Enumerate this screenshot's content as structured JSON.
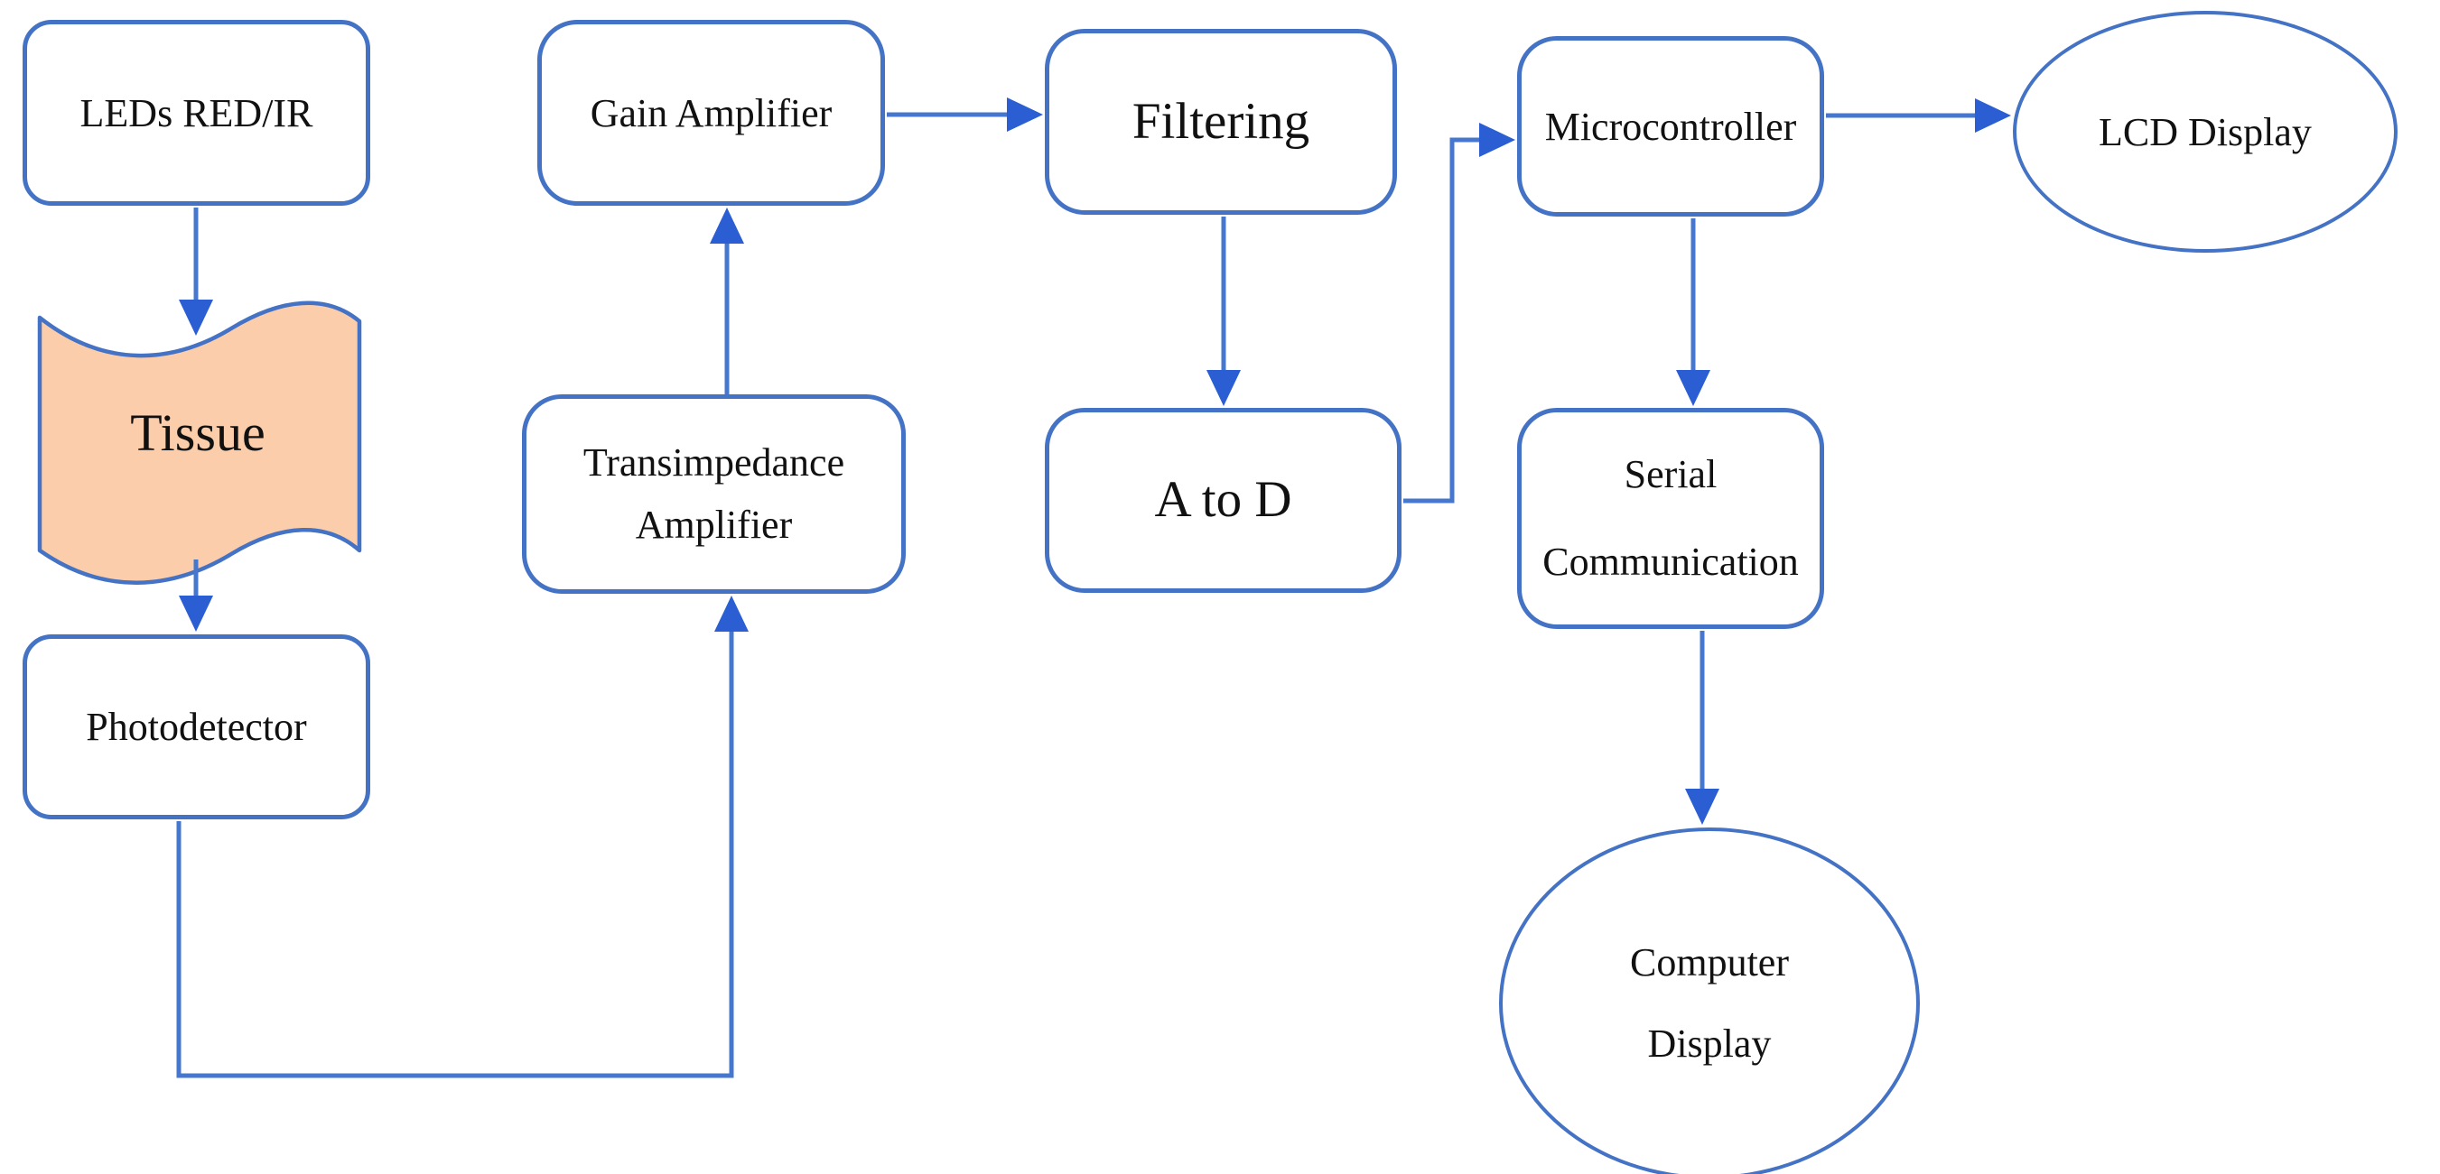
{
  "diagram_type": "flowchart",
  "nodes": {
    "leds": {
      "label": "LEDs RED/IR",
      "shape": "rounded-rect"
    },
    "tissue": {
      "label": "Tissue",
      "shape": "wave",
      "fill": "#FBCDAA"
    },
    "photodetector": {
      "label": "Photodetector",
      "shape": "rounded-rect"
    },
    "transimpedance": {
      "label": "Transimpedance Amplifier",
      "shape": "rounded-rect"
    },
    "gain": {
      "label": "Gain Amplifier",
      "shape": "rounded-rect"
    },
    "filtering": {
      "label": "Filtering",
      "shape": "rounded-rect"
    },
    "atod": {
      "label": "A to D",
      "shape": "rounded-rect"
    },
    "micro": {
      "label": "Microcontroller",
      "shape": "rounded-rect"
    },
    "lcd": {
      "label": "LCD Display",
      "shape": "ellipse"
    },
    "serial": {
      "label": "Serial Communication",
      "shape": "rounded-rect"
    },
    "computer": {
      "label": "Computer Display",
      "shape": "ellipse"
    }
  },
  "edges": [
    {
      "from": "leds",
      "to": "tissue"
    },
    {
      "from": "tissue",
      "to": "photodetector"
    },
    {
      "from": "photodetector",
      "to": "transimpedance"
    },
    {
      "from": "transimpedance",
      "to": "gain"
    },
    {
      "from": "gain",
      "to": "filtering"
    },
    {
      "from": "filtering",
      "to": "atod"
    },
    {
      "from": "atod",
      "to": "micro"
    },
    {
      "from": "micro",
      "to": "lcd"
    },
    {
      "from": "micro",
      "to": "serial"
    },
    {
      "from": "serial",
      "to": "computer"
    }
  ],
  "colors": {
    "background": "#FFFFFF",
    "border": "#4472C4",
    "line": "#4577CF",
    "arrow": "#2A5ED2",
    "tissue_fill": "#FBCDAA",
    "text": "#111111"
  }
}
